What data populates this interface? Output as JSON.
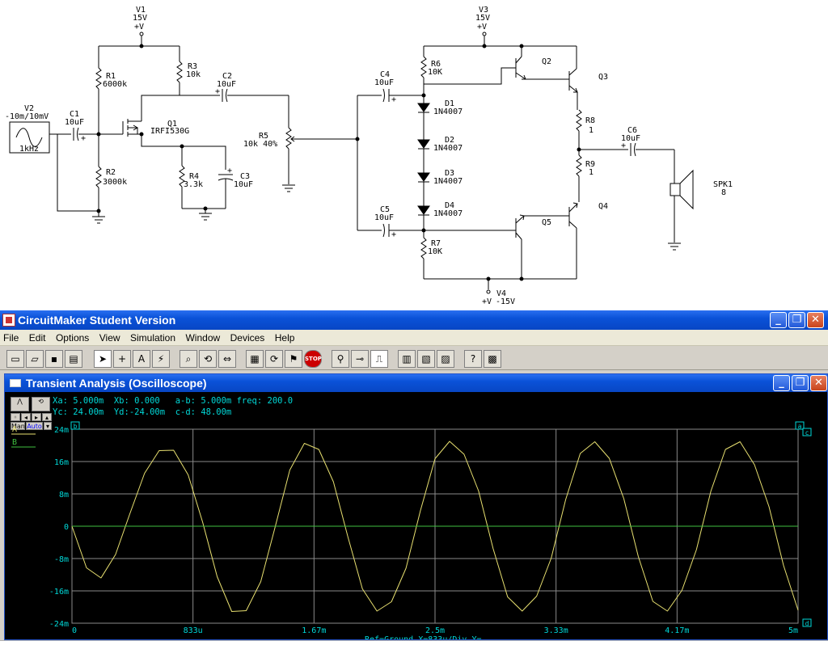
{
  "schematic": {
    "v1": {
      "name": "V1",
      "value": "15V",
      "sym": "+V"
    },
    "v3": {
      "name": "V3",
      "value": "15V",
      "sym": "+V"
    },
    "v4": {
      "name": "V4",
      "value": "-15V",
      "sym": "+V"
    },
    "v2": {
      "name": "V2",
      "value": "-10m/10mV",
      "freq": "1kHz"
    },
    "c1": {
      "name": "C1",
      "value": "10uF"
    },
    "c2": {
      "name": "C2",
      "value": "10uF"
    },
    "c3": {
      "name": "C3",
      "value": "10uF"
    },
    "c4": {
      "name": "C4",
      "value": "10uF"
    },
    "c5": {
      "name": "C5",
      "value": "10uF"
    },
    "c6": {
      "name": "C6",
      "value": "10uF"
    },
    "r1": {
      "name": "R1",
      "value": "6000k"
    },
    "r2": {
      "name": "R2",
      "value": "3000k"
    },
    "r3": {
      "name": "R3",
      "value": "10k"
    },
    "r4": {
      "name": "R4",
      "value": "3.3k"
    },
    "r5": {
      "name": "R5",
      "value": "10k 40%"
    },
    "r6": {
      "name": "R6",
      "value": "10K"
    },
    "r7": {
      "name": "R7",
      "value": "10K"
    },
    "r8": {
      "name": "R8",
      "value": "1"
    },
    "r9": {
      "name": "R9",
      "value": "1"
    },
    "q1": {
      "name": "Q1",
      "value": "IRFI530G"
    },
    "q2": {
      "name": "Q2"
    },
    "q3": {
      "name": "Q3"
    },
    "q4": {
      "name": "Q4"
    },
    "q5": {
      "name": "Q5"
    },
    "d1": {
      "name": "D1",
      "value": "1N4007"
    },
    "d2": {
      "name": "D2",
      "value": "1N4007"
    },
    "d3": {
      "name": "D3",
      "value": "1N4007"
    },
    "d4": {
      "name": "D4",
      "value": "1N4007"
    },
    "spk1": {
      "name": "SPK1",
      "value": "8"
    },
    "plus": "+"
  },
  "app": {
    "title": "CircuitMaker Student Version",
    "menu": [
      "File",
      "Edit",
      "Options",
      "View",
      "Simulation",
      "Window",
      "Devices",
      "Help"
    ],
    "window_buttons": {
      "minimize": "_",
      "restore": "❐",
      "close": "✕"
    }
  },
  "toolbar_icons": [
    "new-file-icon",
    "open-folder-icon",
    "save-icon",
    "print-icon",
    "arrow-tool-icon",
    "wire-tool-icon",
    "text-tool-icon",
    "probe-tool-icon",
    "zoom-icon",
    "rotate-icon",
    "mirror-icon",
    "digital-icon",
    "reset-icon",
    "step-icon",
    "stop-icon",
    "probe-icon",
    "trace-icon",
    "waveform-icon",
    "grid-icon",
    "parts-icon",
    "library-icon",
    "help-icon",
    "about-icon"
  ],
  "toolbar_stop_label": "STOP",
  "toolbar_help_label": "?",
  "scope": {
    "title": "Transient Analysis (Oscilloscope)",
    "readout_line1": "Xa: 5.000m  Xb: 0.000   a-b: 5.000m freq: 200.0",
    "readout_line2": "Yc: 24.00m  Yd:-24.00m  c-d: 48.00m",
    "buttons": {
      "man": "Man",
      "auto": "Auto"
    },
    "footer": "Ref=Ground  X=833u/Div Y=",
    "traces": [
      {
        "name": "A",
        "color": "#e8e070"
      },
      {
        "name": "B",
        "color": "#40c040"
      }
    ],
    "cursor_labels": {
      "a": "a",
      "b": "b",
      "c": "c",
      "d": "d"
    }
  },
  "chart_data": {
    "type": "line",
    "x_unit": "s",
    "y_unit": "V",
    "xlim": [
      0,
      0.005
    ],
    "ylim": [
      -0.024,
      0.024
    ],
    "x_ticks": [
      "0",
      "833u",
      "1.67m",
      "2.5m",
      "3.33m",
      "4.17m",
      "5m"
    ],
    "y_ticks": [
      "24m",
      "16m",
      "8m",
      "0",
      "-8m",
      "-16m",
      "-24m"
    ],
    "grid": true,
    "series": [
      {
        "name": "A",
        "color": "#e8e070",
        "x": [
          0,
          0.0001,
          0.0002,
          0.0003,
          0.0004,
          0.0005,
          0.0006,
          0.0007,
          0.0008,
          0.0009,
          0.001,
          0.0011,
          0.0012,
          0.0013,
          0.0014,
          0.0015,
          0.0016,
          0.0017,
          0.0018,
          0.0019,
          0.002,
          0.0021,
          0.0022,
          0.0023,
          0.0024,
          0.0025,
          0.0026,
          0.0027,
          0.0028,
          0.0029,
          0.003,
          0.0031,
          0.0032,
          0.0033,
          0.0034,
          0.0035,
          0.0036,
          0.0037,
          0.0038,
          0.0039,
          0.004,
          0.0041,
          0.0042,
          0.0043,
          0.0044,
          0.0045,
          0.0046,
          0.0047,
          0.0048,
          0.0049,
          0.005
        ],
        "y": [
          0.0,
          -0.0103,
          -0.0128,
          -0.007,
          0.0032,
          0.0131,
          0.0187,
          0.0188,
          0.0127,
          0.001,
          -0.0125,
          -0.0211,
          -0.0209,
          -0.0137,
          -0.0001,
          0.0139,
          0.0205,
          0.019,
          0.011,
          -0.0026,
          -0.0155,
          -0.021,
          -0.0187,
          -0.0104,
          0.0039,
          0.0167,
          0.021,
          0.0178,
          0.0087,
          -0.0055,
          -0.0175,
          -0.021,
          -0.0173,
          -0.0079,
          0.0066,
          0.018,
          0.0209,
          0.0168,
          0.0068,
          -0.0075,
          -0.0186,
          -0.021,
          -0.0159,
          -0.0058,
          0.0087,
          0.019,
          0.0209,
          0.0152,
          0.0048,
          -0.0097,
          -0.0208
        ]
      },
      {
        "name": "B",
        "color": "#40c040",
        "x": [
          0,
          0.005
        ],
        "y": [
          0,
          0
        ]
      }
    ]
  }
}
